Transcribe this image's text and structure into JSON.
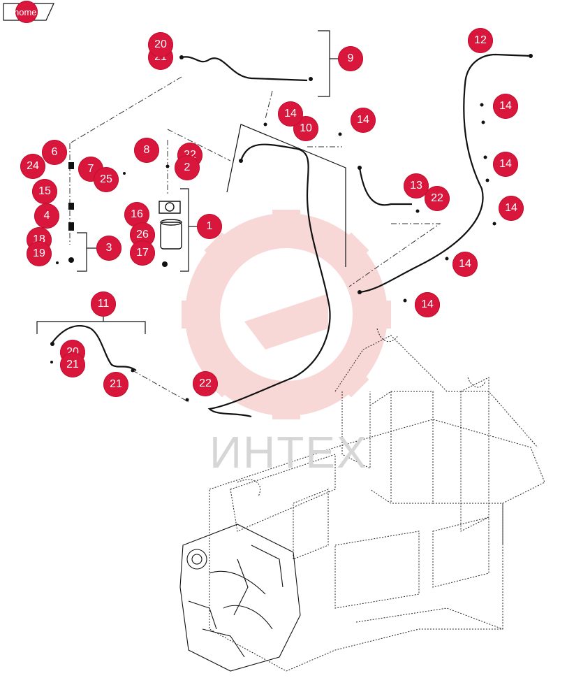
{
  "nav": {
    "home_label": "home"
  },
  "watermark": {
    "text": "ИНТЕХ"
  },
  "colors": {
    "callout": "#d9163b",
    "line": "#111111",
    "watermark": "#f5c6c6"
  },
  "callouts": [
    "9",
    "21",
    "20",
    "12",
    "14",
    "14",
    "14",
    "14",
    "10",
    "14",
    "6",
    "8",
    "22",
    "24",
    "7",
    "2",
    "15",
    "25",
    "13",
    "22",
    "4",
    "16",
    "14",
    "1",
    "26",
    "14",
    "18",
    "3",
    "19",
    "17",
    "14",
    "11",
    "20",
    "21",
    "21",
    "22"
  ]
}
